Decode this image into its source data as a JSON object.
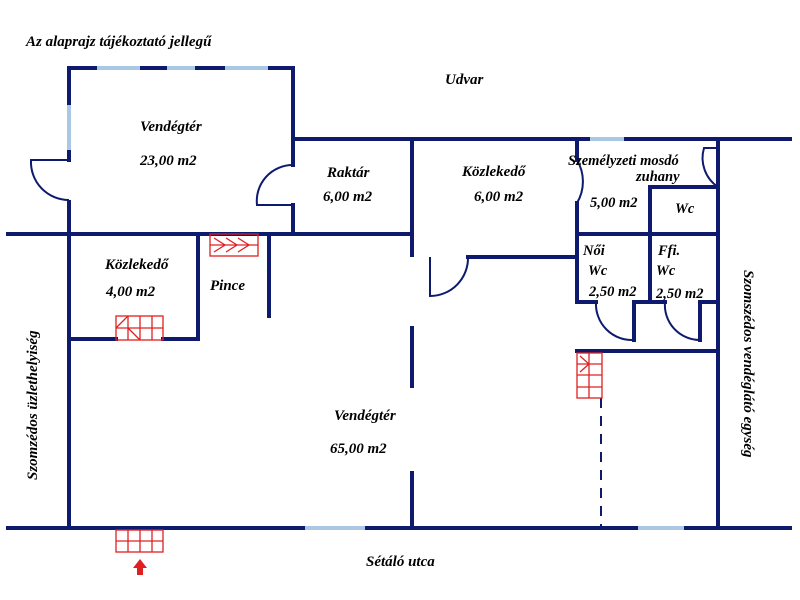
{
  "colors": {
    "wall": "#0d1a6e",
    "window": "#a9c8e4",
    "stairs": "#e02020",
    "entrance_arrow": "#e02020",
    "text": "#000000"
  },
  "icons": {
    "entrance": "entrance-arrow-icon",
    "stairs": "stairs-icon",
    "door": "door-swing-icon"
  },
  "note": "Az alaprajz tájékoztató jellegű",
  "surroundings": {
    "top": "Udvar",
    "bottom": "Sétáló utca",
    "left": "Szomzédos üzlethelyiség",
    "right": "Szomszédos vendéglátó egység"
  },
  "rooms": {
    "guest_small": {
      "name": "Vendégtér",
      "area": "23,00 m2"
    },
    "storage": {
      "name": "Raktár",
      "area": "6,00 m2"
    },
    "corridor_top": {
      "name": "Közlekedő",
      "area": "6,00 m2"
    },
    "staff": {
      "name1": "Személyzeti mosdó",
      "name2": "zuhany",
      "area": "5,00 m2"
    },
    "wc_staff": {
      "name": "Wc"
    },
    "wc_women": {
      "name1": "Női",
      "name2": "Wc",
      "area": "2,50 m2"
    },
    "wc_men": {
      "name1": "Ffi.",
      "name2": "Wc",
      "area": "2,50 m2"
    },
    "corridor_left": {
      "name": "Közlekedő",
      "area": "4,00 m2"
    },
    "cellar": {
      "name": "Pince"
    },
    "guest_large": {
      "name": "Vendégtér",
      "area": "65,00 m2"
    }
  }
}
